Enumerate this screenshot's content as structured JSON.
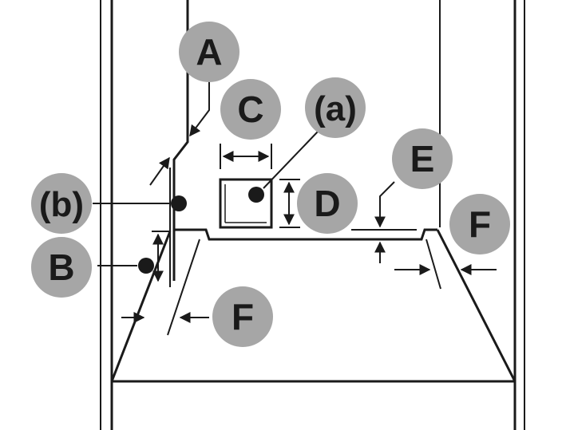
{
  "colors": {
    "line": "#1a1a1a",
    "callout_fill": "#a6a6a6",
    "background": "#ffffff"
  },
  "callouts": {
    "A": "A",
    "B": "B",
    "C": "C",
    "D": "D",
    "E": "E",
    "F_right": "F",
    "F_bottom": "F",
    "a": "(a)",
    "b": "(b)"
  }
}
